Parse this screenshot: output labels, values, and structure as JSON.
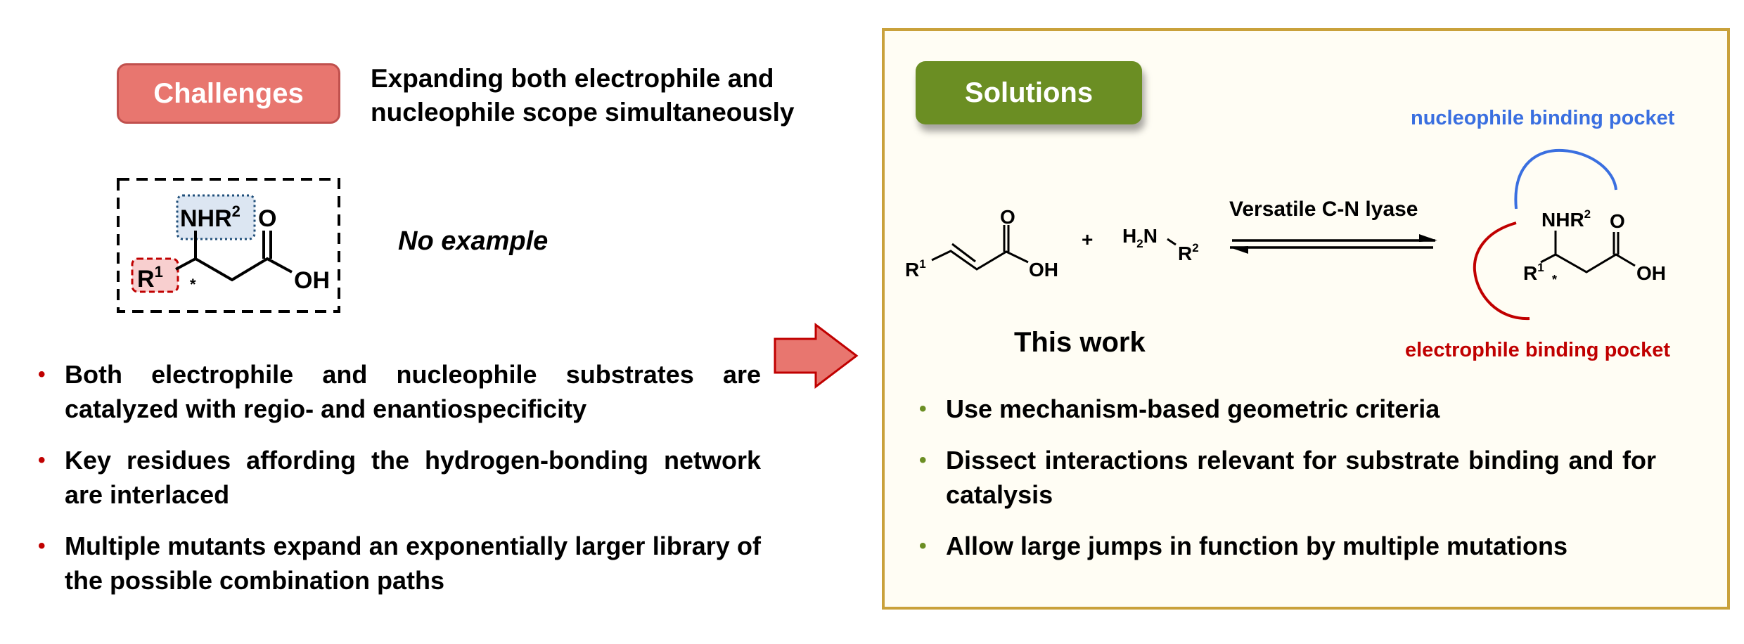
{
  "left": {
    "badge": "Challenges",
    "heading_lines": [
      "Expanding both electrophile and",
      "nucleophile scope simultaneously"
    ],
    "structure": {
      "nhr": "NHR",
      "sup2": "2",
      "o": "O",
      "r": "R",
      "sup1": "1",
      "star": "*",
      "oh": "OH"
    },
    "no_example": "No example",
    "bullets": [
      "Both electrophile and nucleophile substrates are catalyzed with regio- and enantiospecificity",
      "Key residues affording the hydrogen-bonding network are interlaced",
      "Multiple mutants expand an exponentially larger library of the possible combination paths"
    ],
    "bullet_symbol": "•"
  },
  "right": {
    "badge": "Solutions",
    "reaction": {
      "r": "R",
      "sup1": "1",
      "sup2": "2",
      "o": "O",
      "oh": "OH",
      "plus": "+",
      "h": "H",
      "sub2": "2",
      "n": "N",
      "enzyme": "Versatile C-N lyase",
      "nhr": "NHR",
      "star": "*"
    },
    "nucleophile_pocket": "nucleophile binding pocket",
    "electrophile_pocket": "electrophile binding pocket",
    "this_work": "This work",
    "bullets": [
      "Use mechanism-based geometric criteria",
      "Dissect interactions relevant for substrate binding and for catalysis",
      "Allow large jumps in function by multiple mutations"
    ],
    "bullet_symbol": "•"
  },
  "colors": {
    "challenge": "#E8766F",
    "solution": "#6B8E23",
    "nucleophile": "#3A6FE0",
    "electrophile": "#C00000",
    "frame": "#C9A13B"
  }
}
